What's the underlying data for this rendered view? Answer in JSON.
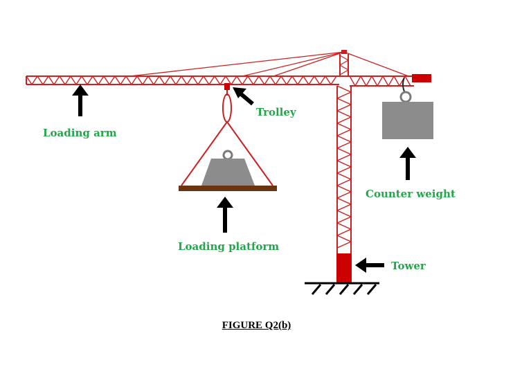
{
  "colors": {
    "crane": "#cc1f1f",
    "label": "#22a84a",
    "weight": "#8c8c8c",
    "platform": "#6b3410",
    "arrow": "#000000",
    "base": "#cc0000"
  },
  "labels": {
    "loading_arm": "Loading arm",
    "trolley": "Trolley",
    "counter_weight": "Counter weight",
    "loading_platform": "Loading platform",
    "tower": "Tower"
  },
  "caption": "FIGURE Q2(b)"
}
